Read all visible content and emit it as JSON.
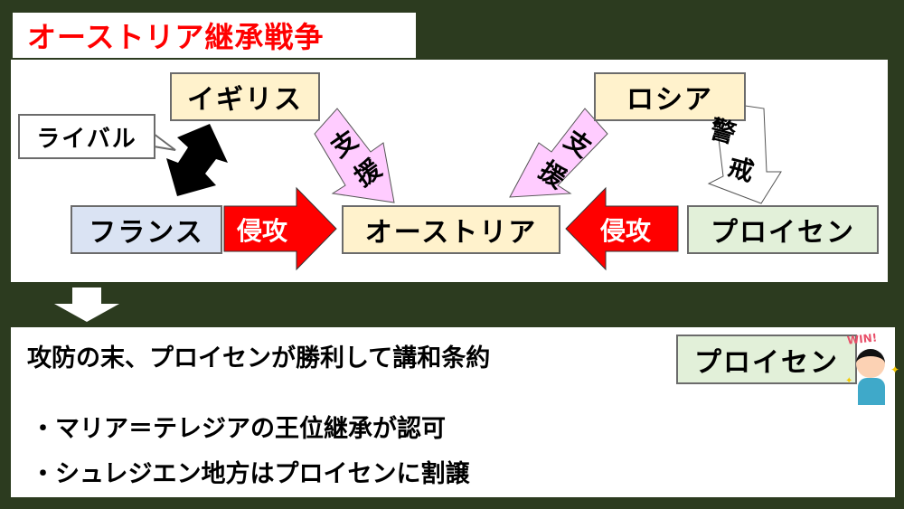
{
  "title": "オーストリア継承戦争",
  "diagram": {
    "britain": "イギリス",
    "russia": "ロシア",
    "france": "フランス",
    "austria": "オーストリア",
    "prussia": "プロイセン",
    "rival": "ライバル",
    "invade_left": "侵攻",
    "invade_right": "侵攻",
    "support_left": [
      "支",
      "援"
    ],
    "support_right": [
      "支",
      "援"
    ],
    "caution": [
      "警",
      "戒"
    ]
  },
  "result": {
    "summary": "攻防の末、プロイセンが勝利して講和条約",
    "winner": "プロイセン",
    "win_badge": "WIN!",
    "bullets": [
      "・マリア＝テレジアの王位継承が認可",
      "・シュレジエン地方はプロイセンに割譲"
    ]
  },
  "colors": {
    "background": "#2c3b1f",
    "title": "#ff0000",
    "invade": "#ff0000",
    "support": "#ffccff"
  }
}
